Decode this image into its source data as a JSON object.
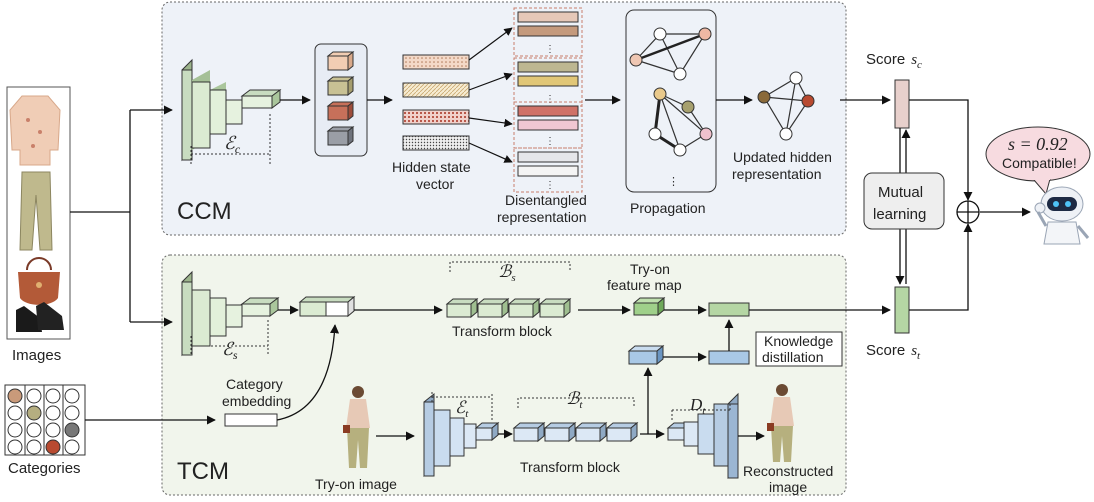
{
  "labels": {
    "images": "Images",
    "categories": "Categories",
    "ccm": "CCM",
    "tcm": "TCM",
    "hidden_state_1": "Hidden state",
    "hidden_state_2": "vector",
    "disentangled_1": "Disentangled",
    "disentangled_2": "representation",
    "propagation": "Propagation",
    "updated_1": "Updated hidden",
    "updated_2": "representation",
    "score_c": "Score",
    "score_c_math": "s",
    "score_c_sub": "c",
    "score_t": "Score",
    "score_t_math": "s",
    "score_t_sub": "t",
    "mutual_1": "Mutual",
    "mutual_2": "learning",
    "result_value": "s = 0.92",
    "result_text": "Compatible!",
    "tryon_fm_1": "Try-on",
    "tryon_fm_2": "feature map",
    "transform_block_top": "Transform block",
    "transform_block_bottom": "Transform block",
    "knowledge_1": "Knowledge",
    "knowledge_2": "distillation",
    "category_emb_1": "Category",
    "category_emb_2": "embedding",
    "tryon_image": "Try-on image",
    "reconstructed_1": "Reconstructed",
    "reconstructed_2": "image",
    "enc_c": "ℰ",
    "enc_c_sub": "c",
    "enc_s": "ℰ",
    "enc_s_sub": "s",
    "enc_t": "ℰ",
    "enc_t_sub": "t",
    "b_s": "ℬ",
    "b_s_sub": "s",
    "b_t": "ℬ",
    "b_t_sub": "t",
    "d_t": "D",
    "d_t_sub": "t"
  },
  "colors": {
    "ccm_bg": "#eef2f8",
    "tcm_bg": "#f1f5ec",
    "green": "#d6ead0",
    "green_dark": "#7fae6e",
    "blue": "#c9dcef",
    "blue_dark": "#6a95c2",
    "score_c": "#e8d0cc",
    "score_t": "#b5d6a4"
  }
}
